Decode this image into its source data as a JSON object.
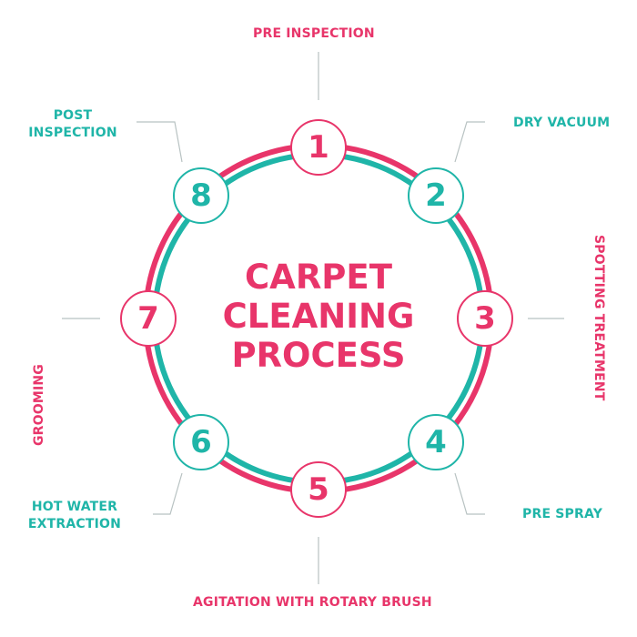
{
  "colors": {
    "pink": "#e8356a",
    "teal": "#1fb5a8",
    "connector": "#b8c2c2"
  },
  "diagram": {
    "title_lines": [
      "CARPET",
      "CLEANING",
      "PROCESS"
    ],
    "steps": [
      {
        "number": "1",
        "label": "PRE INSPECTION",
        "color": "pink"
      },
      {
        "number": "2",
        "label": "DRY VACUUM",
        "color": "teal"
      },
      {
        "number": "3",
        "label": "SPOTTING TREATMENT",
        "color": "pink"
      },
      {
        "number": "4",
        "label": "PRE SPRAY",
        "color": "teal"
      },
      {
        "number": "5",
        "label": "AGITATION WITH ROTARY BRUSH",
        "color": "pink"
      },
      {
        "number": "6",
        "label": "HOT WATER EXTRACTION",
        "color": "teal"
      },
      {
        "number": "7",
        "label": "GROOMING",
        "color": "pink"
      },
      {
        "number": "8",
        "label": "POST INSPECTION",
        "color": "teal"
      }
    ]
  }
}
